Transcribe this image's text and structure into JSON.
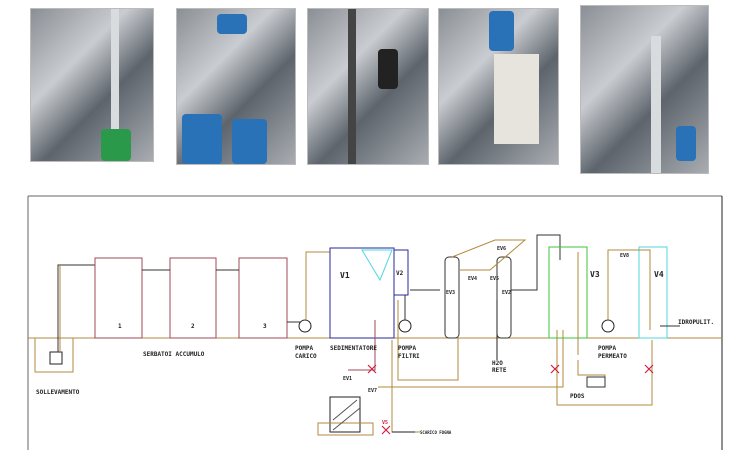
{
  "photos": [
    "photo-1",
    "photo-2",
    "photo-3",
    "photo-4",
    "photo-5"
  ],
  "diagram": {
    "tanks": [
      "1",
      "2",
      "3"
    ],
    "labels": {
      "sollevamento": "SOLLEVAMENTO",
      "serbatoi": "SERBATOI ACCUMULO",
      "pompa_carico_1": "POMPA",
      "pompa_carico_2": "CARICO",
      "sedimentatore": "SEDIMENTATORE",
      "pompa_filtri_1": "POMPA",
      "pompa_filtri_2": "FILTRI",
      "h2o_1": "H2O",
      "h2o_2": "RETE",
      "pompa_permeato_1": "POMPA",
      "pompa_permeato_2": "PERMEATO",
      "pdos": "PDOS",
      "idropulit": "IDROPULIT.",
      "scarico": "SCARICO FOGNA"
    },
    "vessels": {
      "v1": "V1",
      "v2": "V2",
      "v3": "V3",
      "v4": "V4"
    },
    "valves": {
      "ev1": "EV1",
      "ev2": "EV2",
      "ev3": "EV3",
      "ev4": "EV4",
      "ev5": "EV5",
      "ev6": "EV6",
      "ev7": "EV7",
      "ev8": "EV8",
      "v5": "V5"
    },
    "colors": {
      "pipe": "#b08a3c",
      "tank": "#a0485a",
      "sed": "#2a2a9a",
      "v3": "#3cc43c",
      "v4": "#4fd6e0",
      "valve_x": "#d02040"
    }
  }
}
